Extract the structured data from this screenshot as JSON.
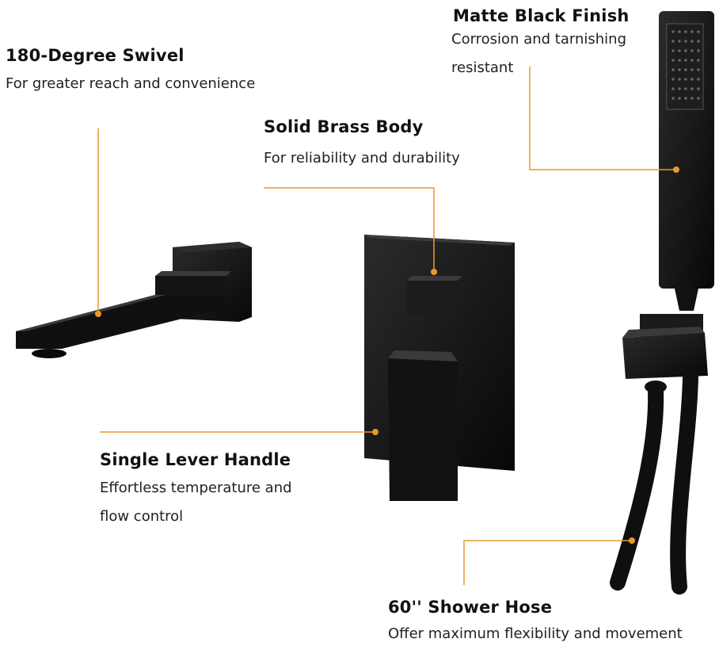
{
  "features": {
    "swivel": {
      "title": "180-Degree Swivel",
      "desc": [
        "For greater reach and convenience"
      ]
    },
    "finish": {
      "title": "Matte Black Finish",
      "desc": [
        "Corrosion and tarnishing",
        "resistant"
      ]
    },
    "brass": {
      "title": "Solid Brass Body",
      "desc": [
        "For reliability and durability"
      ]
    },
    "lever": {
      "title": "Single Lever Handle",
      "desc": [
        "Effortless temperature and",
        "flow control"
      ]
    },
    "hose": {
      "title": "60'' Shower Hose",
      "desc": [
        "Offer maximum flexibility and movement"
      ]
    }
  },
  "colors": {
    "callout": "#E99A2C",
    "product": "#0d0d0d"
  },
  "products": [
    "tub-spout",
    "valve-trim-plate",
    "hand-shower"
  ]
}
